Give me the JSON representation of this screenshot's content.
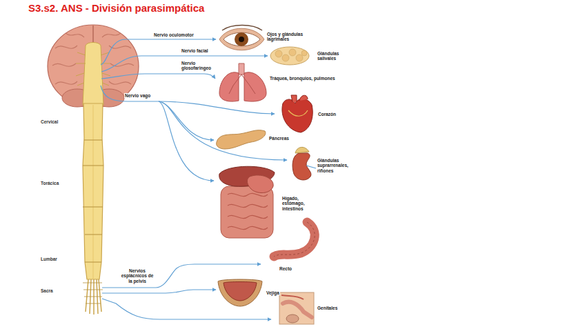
{
  "diagram": {
    "title": "S3.s2. ANS - División parasimpática",
    "labels": [
      "Nervio oculomotor",
      "Ojos y glándulas lagrimales",
      "Nervio facial",
      "Glándulas salivales",
      "Nervio glosofaringeo",
      "Tráquea, bronquios, pulmones",
      "Nervio vago",
      "Corazón",
      "Cervical",
      "Páncreas",
      "Glándulas suprarrenales, riñones",
      "Torácica",
      "Hígado, estómago, intestinos",
      "Lumbar",
      "Recto",
      "Nervios esplácnicos de la pelvis",
      "Sacra",
      "Vejiga",
      "Genitales"
    ]
  }
}
